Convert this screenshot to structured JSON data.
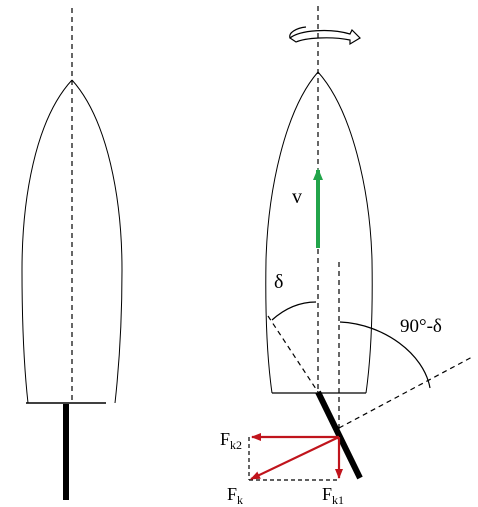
{
  "labels": {
    "velocity": "v",
    "delta_left": "δ",
    "delta_right": "90°-δ",
    "force_k2_main": "F",
    "force_k2_sub": "k2",
    "force_k_main": "F",
    "force_k_sub": "k",
    "force_k1_main": "F",
    "force_k1_sub": "k1"
  },
  "colors": {
    "outline": "#000000",
    "velocity_arrow": "#22a44a",
    "force_arrows": "#c0141c",
    "background": "#ffffff"
  },
  "icons": {
    "rotation": "curved-rotation-arrow-icon"
  }
}
